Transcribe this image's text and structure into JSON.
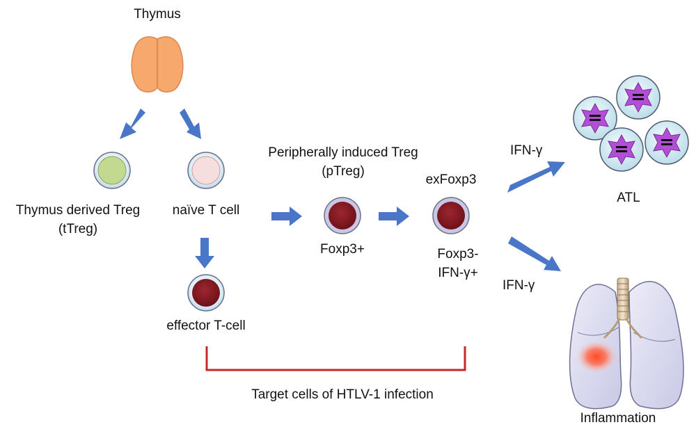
{
  "labels": {
    "thymus": "Thymus",
    "ttreg_line1": "Thymus derived Treg",
    "ttreg_line2": "(tTreg)",
    "naive": "naïve T cell",
    "effector": "effector T-cell",
    "ptreg_line1": "Peripherally induced Treg",
    "ptreg_line2": "(pTreg)",
    "foxp3_pos": "Foxp3+",
    "exfoxp3": "exFoxp3",
    "foxp3_neg": "Foxp3-",
    "ifng_pos": "IFN-γ+",
    "ifng_top": "IFN-γ",
    "ifng_bottom": "IFN-γ",
    "atl": "ATL",
    "inflammation": "Inflammation",
    "target": "Target cells of HTLV-1 infection"
  },
  "colors": {
    "arrow": "#4a76c8",
    "thymus": "#f7a86c",
    "ttreg_nucleus": "#c2d98f",
    "naive_nucleus": "#f7dede",
    "effector_nucleus": "#8b1d26",
    "cell_membrane": "#d9eef7",
    "atl_nucleus": "#b24fd6",
    "bracket": "#c62828",
    "lung": "#dcdcf2"
  }
}
